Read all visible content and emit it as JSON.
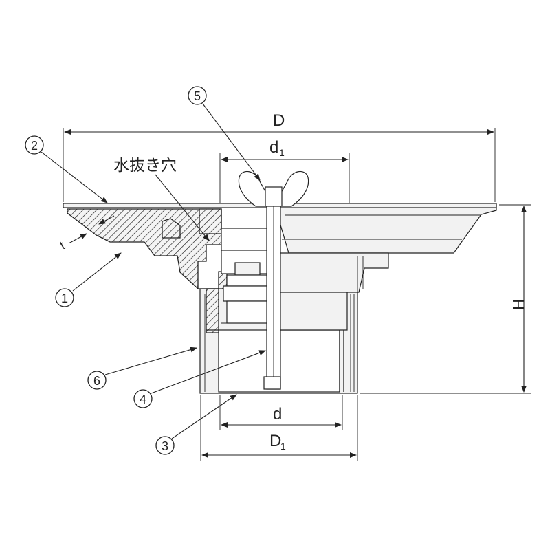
{
  "labels": {
    "dim_D": "D",
    "dim_d1_main": "d",
    "dim_d1_sub": "1",
    "dim_H": "H",
    "dim_d": "d",
    "dim_D1_main": "D",
    "dim_D1_sub": "1",
    "dim_t": "t",
    "drain_hole": "水抜き穴"
  },
  "callouts": {
    "c1": "1",
    "c2": "2",
    "c3": "3",
    "c4": "4",
    "c5": "5",
    "c6": "6"
  },
  "colors": {
    "line": "#222222",
    "body_fill": "#d9d9d9",
    "background": "#ffffff"
  }
}
